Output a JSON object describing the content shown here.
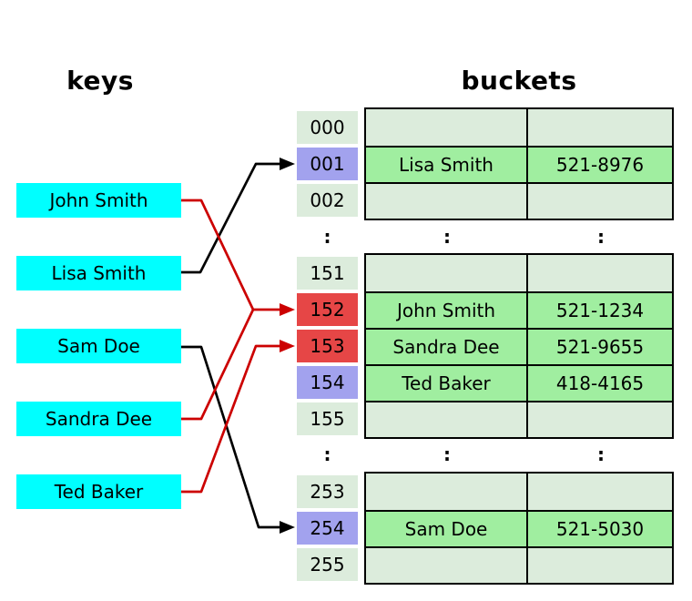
{
  "headings": {
    "keys": "keys",
    "buckets": "buckets"
  },
  "colon": ":",
  "colors": {
    "key_box": "#00ffff",
    "slot": "#dcecdc",
    "slot_purple": "#a2a2ee",
    "slot_red": "#e64646",
    "cell_filled": "#a0eea0",
    "arrow_red": "#cc0000",
    "arrow_black": "#000000"
  },
  "keys": [
    {
      "label": "John Smith"
    },
    {
      "label": "Lisa Smith"
    },
    {
      "label": "Sam Doe"
    },
    {
      "label": "Sandra Dee"
    },
    {
      "label": "Ted Baker"
    }
  ],
  "slots": [
    {
      "index": "000",
      "bg": "slot"
    },
    {
      "index": "001",
      "bg": "purple"
    },
    {
      "index": "002",
      "bg": "slot"
    },
    {
      "index": "151",
      "bg": "slot"
    },
    {
      "index": "152",
      "bg": "red"
    },
    {
      "index": "153",
      "bg": "red"
    },
    {
      "index": "154",
      "bg": "purple"
    },
    {
      "index": "155",
      "bg": "slot"
    },
    {
      "index": "253",
      "bg": "slot"
    },
    {
      "index": "254",
      "bg": "purple"
    },
    {
      "index": "255",
      "bg": "slot"
    }
  ],
  "buckets": {
    "block1": {
      "rows": [
        {
          "name": "",
          "phone": "",
          "bg": "empty"
        },
        {
          "name": "Lisa Smith",
          "phone": "521-8976",
          "bg": "filled"
        },
        {
          "name": "",
          "phone": "",
          "bg": "empty"
        }
      ]
    },
    "block2": {
      "rows": [
        {
          "name": "",
          "phone": "",
          "bg": "empty"
        },
        {
          "name": "John Smith",
          "phone": "521-1234",
          "bg": "filled"
        },
        {
          "name": "Sandra Dee",
          "phone": "521-9655",
          "bg": "filled"
        },
        {
          "name": "Ted Baker",
          "phone": "418-4165",
          "bg": "filled"
        },
        {
          "name": "",
          "phone": "",
          "bg": "empty"
        }
      ]
    },
    "block3": {
      "rows": [
        {
          "name": "",
          "phone": "",
          "bg": "empty"
        },
        {
          "name": "Sam Doe",
          "phone": "521-5030",
          "bg": "filled"
        },
        {
          "name": "",
          "phone": "",
          "bg": "empty"
        }
      ]
    }
  },
  "arrows": [
    {
      "from": "Lisa Smith",
      "to": "001",
      "color": "black"
    },
    {
      "from": "John Smith",
      "to": "152",
      "color": "red"
    },
    {
      "from": "Sandra Dee",
      "to": "152",
      "color": "red"
    },
    {
      "from": "Ted Baker",
      "to": "153",
      "color": "red"
    },
    {
      "from": "Sam Doe",
      "to": "254",
      "color": "black"
    }
  ]
}
